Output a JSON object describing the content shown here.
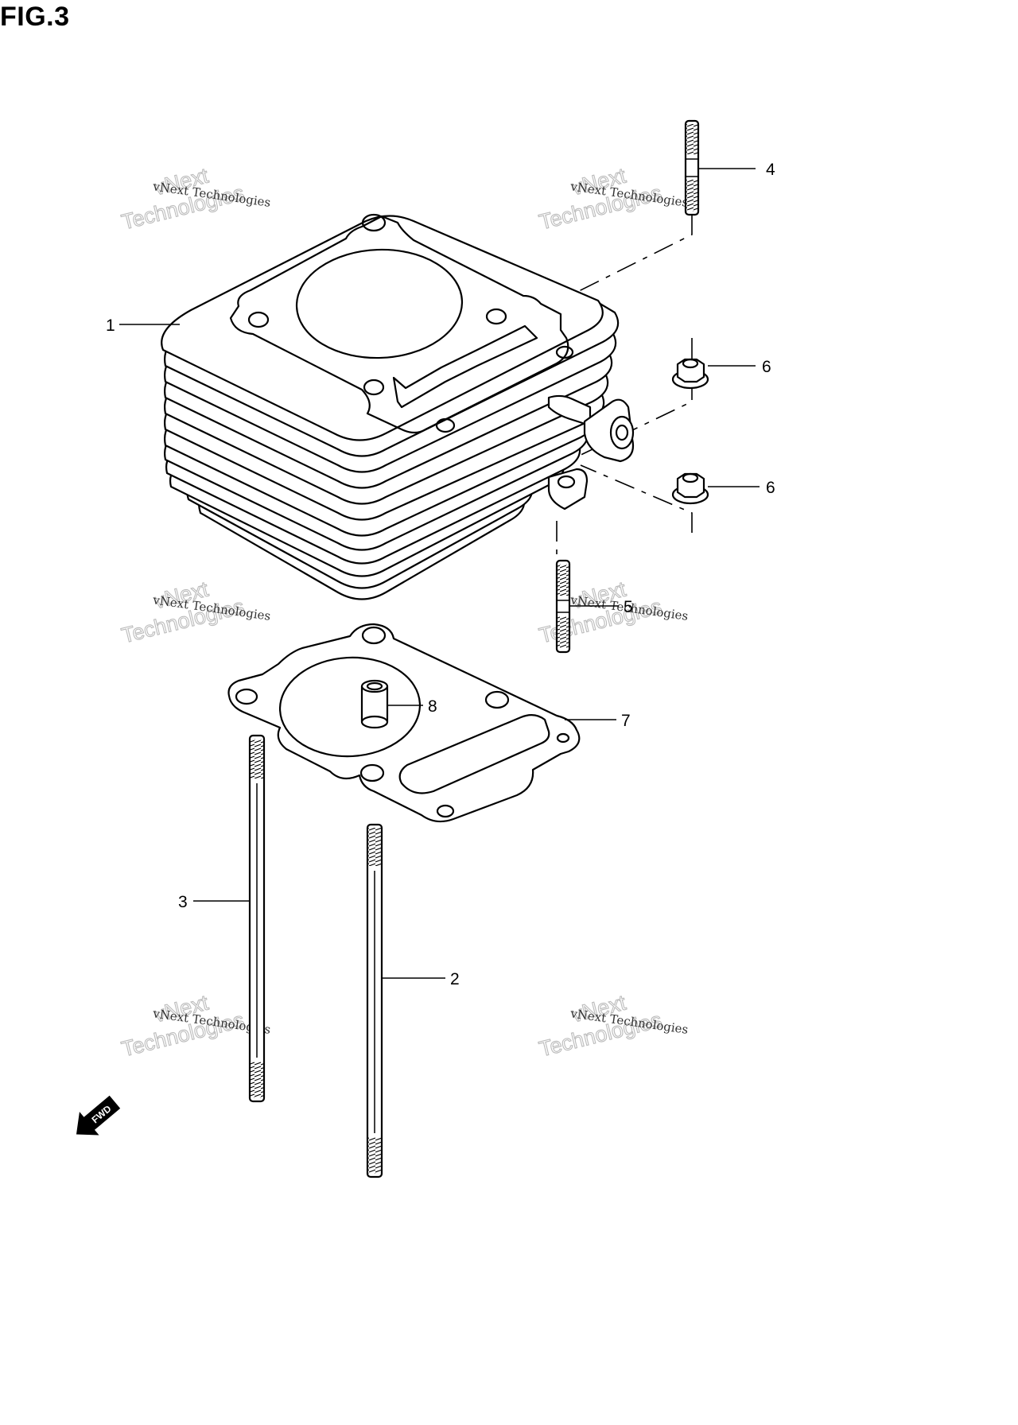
{
  "figure": {
    "title": "FIG.3"
  },
  "callouts": [
    {
      "id": "1",
      "part": "cylinder"
    },
    {
      "id": "2",
      "part": "long-stud-bolt"
    },
    {
      "id": "3",
      "part": "long-stud-bolt"
    },
    {
      "id": "4",
      "part": "short-stud-bolt"
    },
    {
      "id": "5",
      "part": "short-stud-bolt"
    },
    {
      "id": "6",
      "part": "flange-nut"
    },
    {
      "id": "6",
      "part": "flange-nut"
    },
    {
      "id": "7",
      "part": "cylinder-gasket"
    },
    {
      "id": "8",
      "part": "dowel-pin"
    }
  ],
  "watermark": {
    "line1": "vNext Technologies",
    "line2": "vNext",
    "line3": "Technologies"
  },
  "fwd_arrow": {
    "label": "FWD"
  }
}
